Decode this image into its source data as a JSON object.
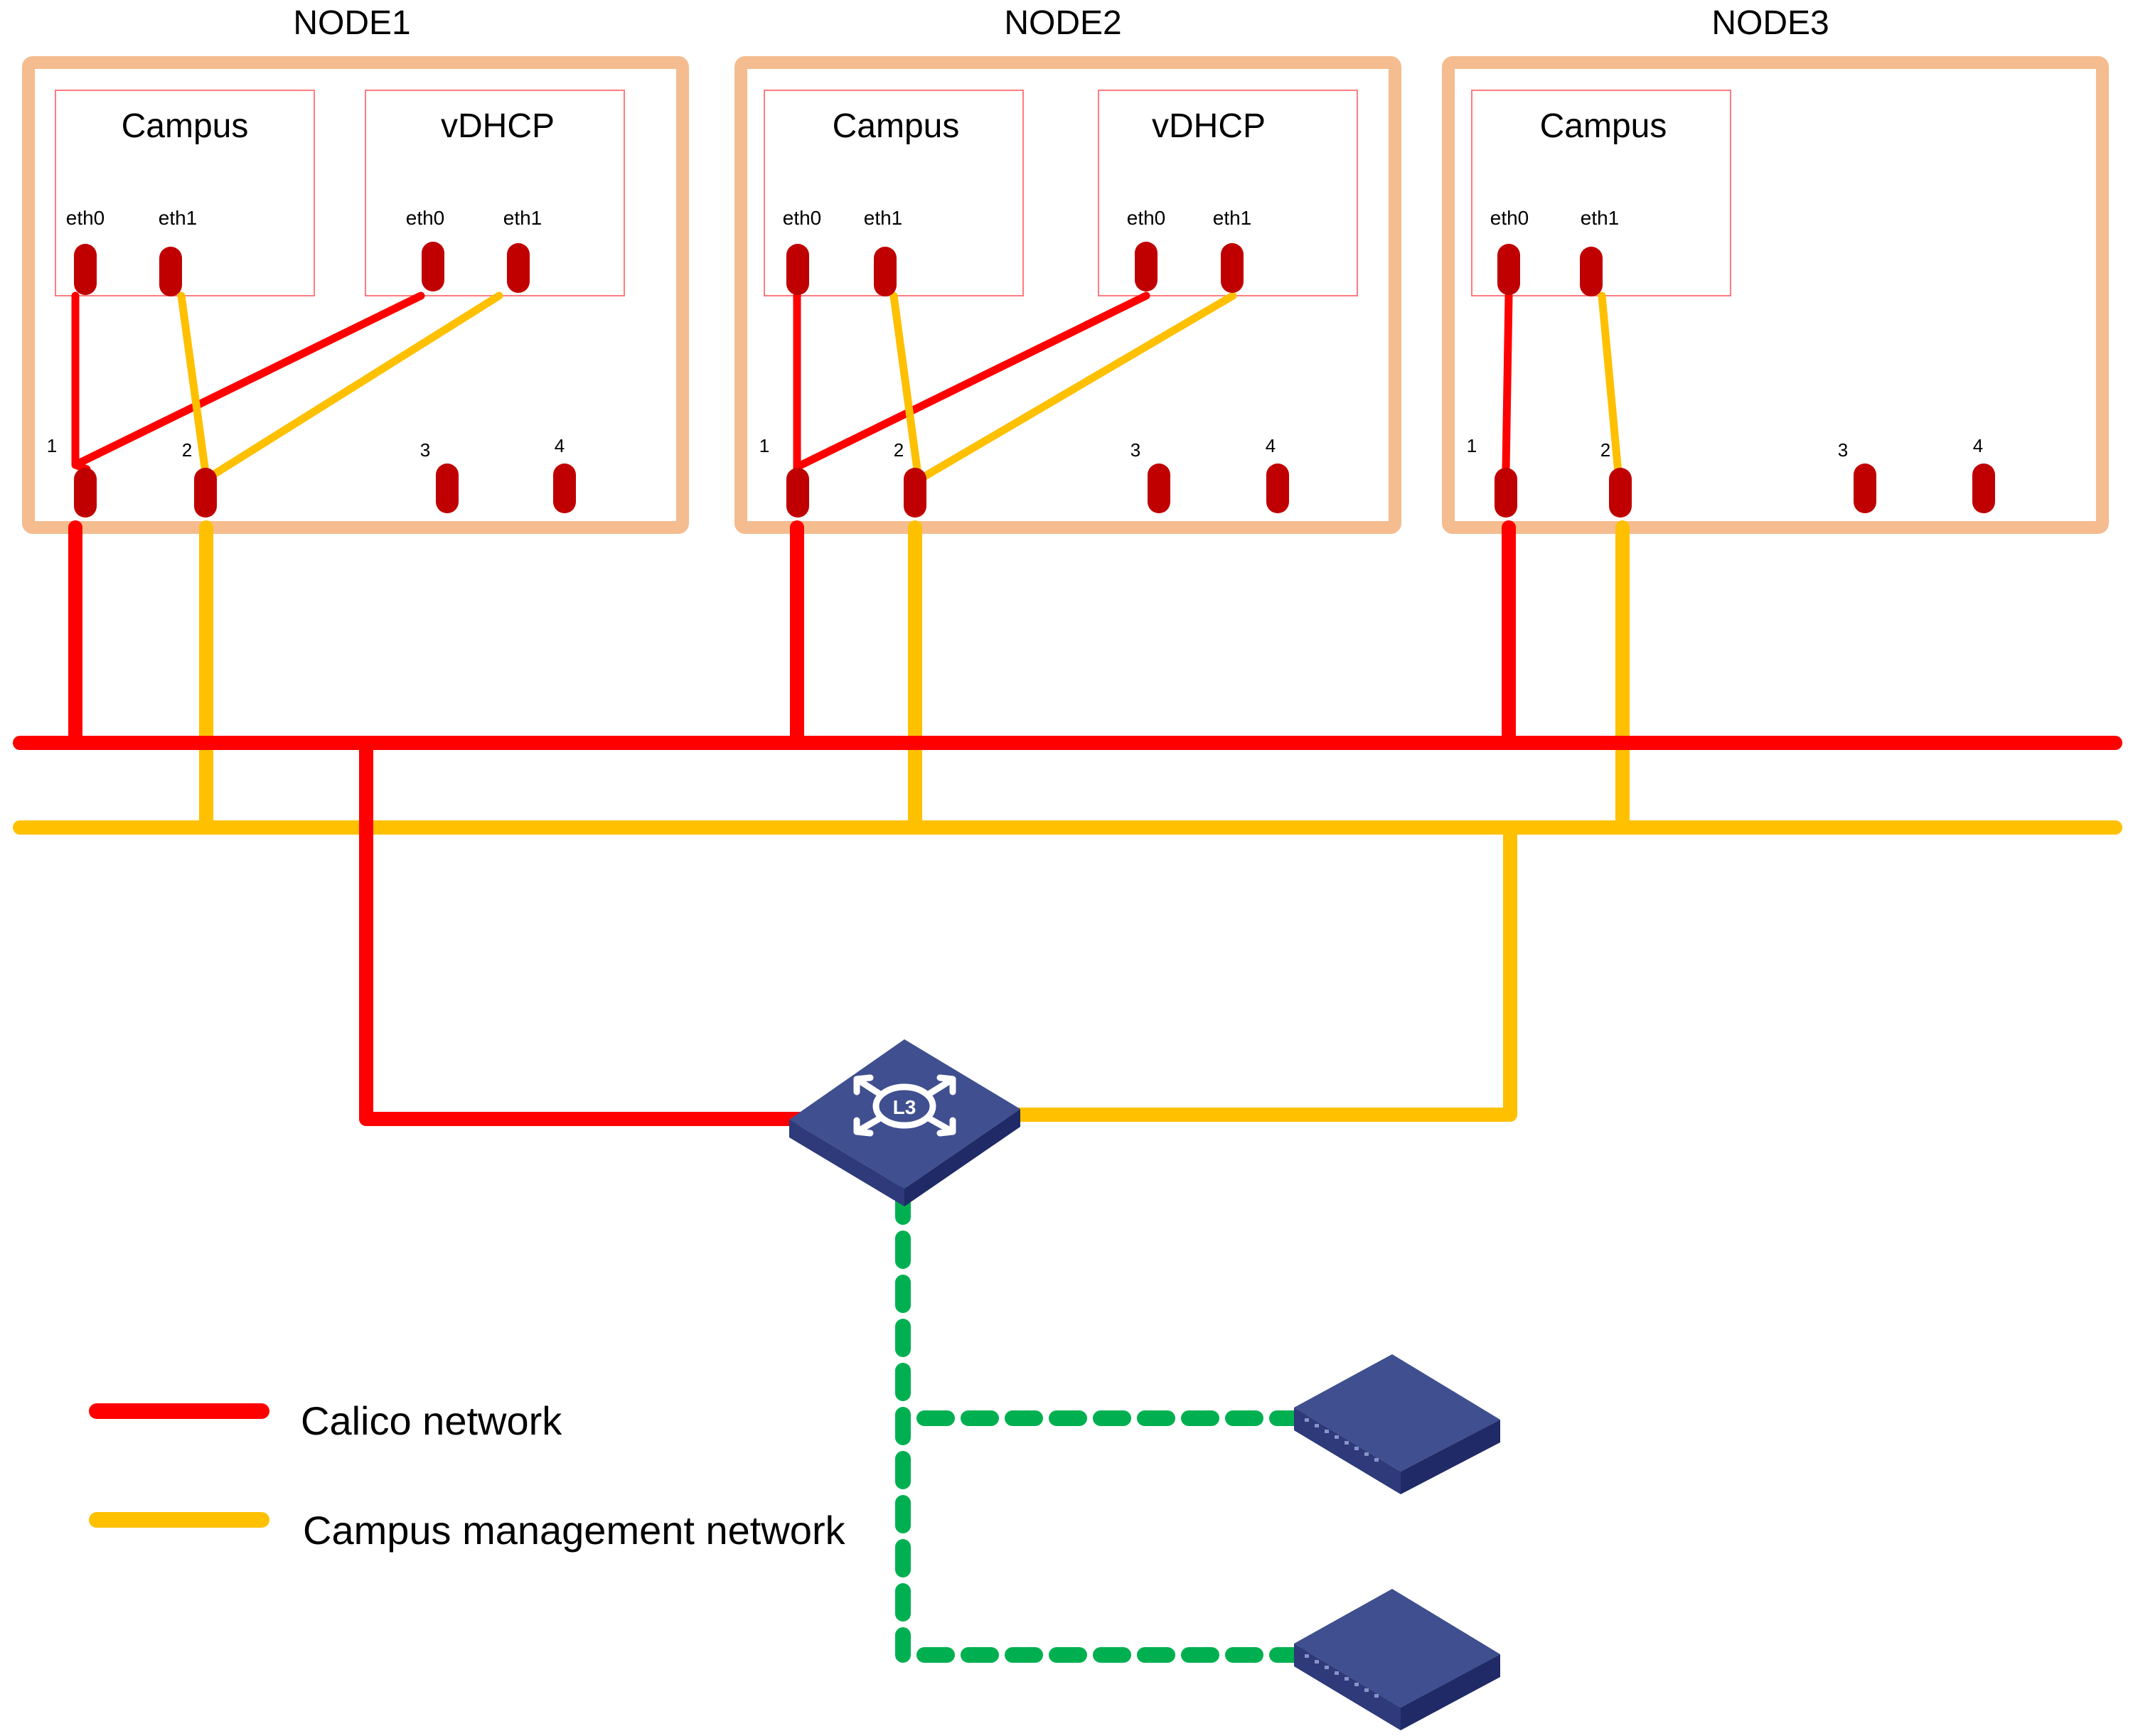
{
  "colors": {
    "calico": "#ff0000",
    "management": "#ffc000",
    "access": "#00b050",
    "node_border": "#f4bc8f",
    "vm_border": "#ff7c80",
    "port_fill": "#c00000",
    "switch_top": "#3f4f8f",
    "switch_side": "#253272"
  },
  "nodes": [
    {
      "title": "NODE1",
      "vms": [
        {
          "title": "Campus",
          "interfaces": [
            "eth0",
            "eth1"
          ]
        },
        {
          "title": "vDHCP",
          "interfaces": [
            "eth0",
            "eth1"
          ]
        }
      ],
      "ports": [
        "1",
        "2",
        "3",
        "4"
      ]
    },
    {
      "title": "NODE2",
      "vms": [
        {
          "title": "Campus",
          "interfaces": [
            "eth0",
            "eth1"
          ]
        },
        {
          "title": "vDHCP",
          "interfaces": [
            "eth0",
            "eth1"
          ]
        }
      ],
      "ports": [
        "1",
        "2",
        "3",
        "4"
      ]
    },
    {
      "title": "NODE3",
      "vms": [
        {
          "title": "Campus",
          "interfaces": [
            "eth0",
            "eth1"
          ]
        }
      ],
      "ports": [
        "1",
        "2",
        "3",
        "4"
      ]
    }
  ],
  "core_switch": {
    "icon": "l3-switch-icon",
    "badge": "L3"
  },
  "access_switches": [
    {
      "icon": "access-switch-icon"
    },
    {
      "icon": "access-switch-icon"
    }
  ],
  "legend": [
    {
      "label": "Calico network",
      "color": "#ff0000"
    },
    {
      "label": "Campus management network",
      "color": "#ffc000"
    }
  ]
}
